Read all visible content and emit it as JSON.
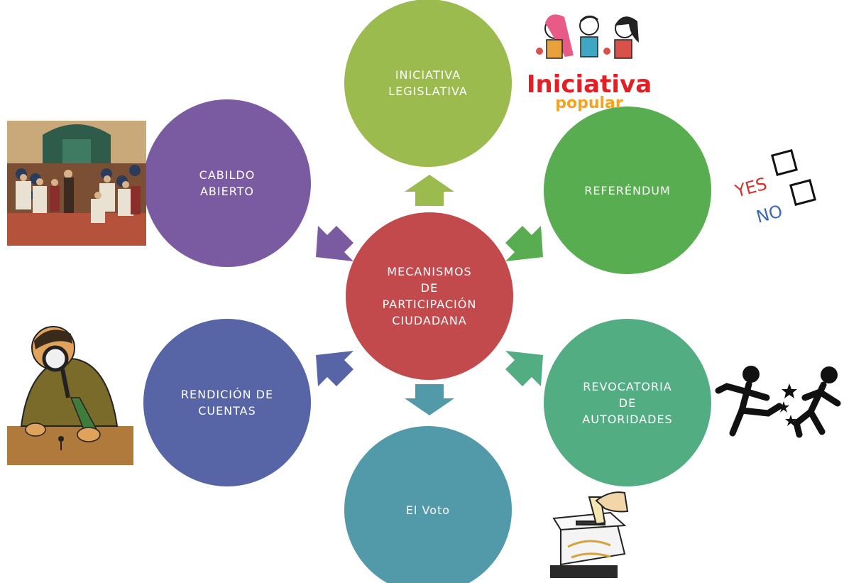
{
  "diagram": {
    "center": {
      "label": "MECANISMOS\nDE\nPARTICIPACIÓN\nCIUDADANA",
      "color": "#c24a4c"
    },
    "nodes": [
      {
        "id": "iniciativa-legislativa",
        "label": "INICIATIVA\nLEGISLATIVA",
        "color": "#9cbb4f"
      },
      {
        "id": "referendum",
        "label": "REFERÉNDUM",
        "color": "#57ad4f"
      },
      {
        "id": "revocatoria",
        "label": "REVOCATORIA\nDE\nAUTORIDADES",
        "color": "#52ad83"
      },
      {
        "id": "el-voto",
        "label": "El Voto",
        "color": "#529aa9"
      },
      {
        "id": "rendicion-de-cuentas",
        "label": "RENDICIÓN DE\nCUENTAS",
        "color": "#5764a6"
      },
      {
        "id": "cabildo-abierto",
        "label": "CABILDO\nABIERTO",
        "color": "#7a5ba1"
      }
    ]
  },
  "illustrations": {
    "iniciativa_popular": {
      "line1": "Iniciativa",
      "line2": "popular",
      "color_main": "#e31e24",
      "color_sub": "#f6a21e"
    },
    "ballot": {
      "yes": "YES",
      "no": "NO",
      "yes_color": "#d2332f",
      "no_color": "#3b69b5"
    }
  }
}
